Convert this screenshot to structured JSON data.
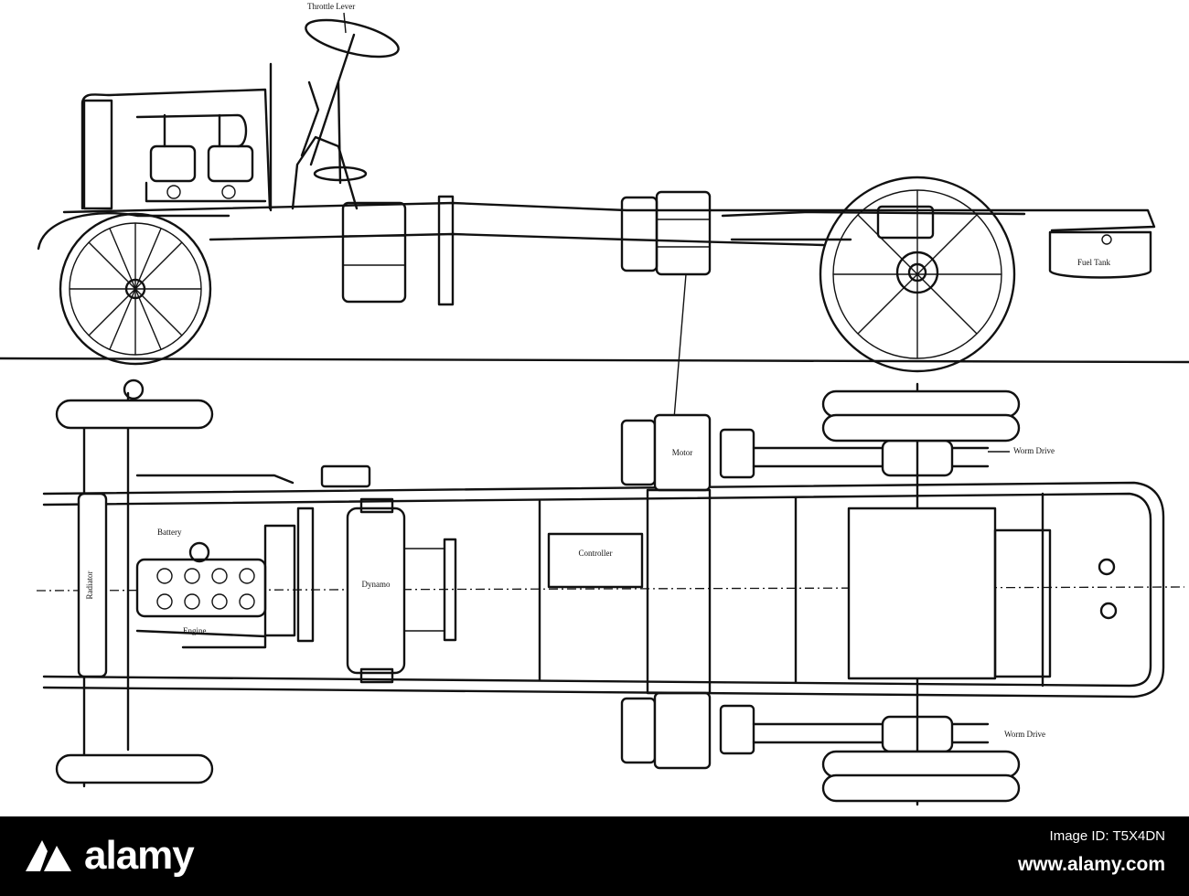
{
  "diagram": {
    "labels": {
      "throttle_lever": "Throttle Lever",
      "fuel_tank": "Fuel Tank",
      "motor": "Motor",
      "worm_drive_upper": "Worm Drive",
      "worm_drive_lower": "Worm Drive",
      "engine": "Engine",
      "radiator": "Radiator",
      "controller": "Controller",
      "dynamo": "Dynamo",
      "battery": "Battery"
    }
  },
  "footer": {
    "brand": "alamy",
    "image_id_label": "Image ID:",
    "image_id": "T5X4DN",
    "url": "www.alamy.com"
  }
}
